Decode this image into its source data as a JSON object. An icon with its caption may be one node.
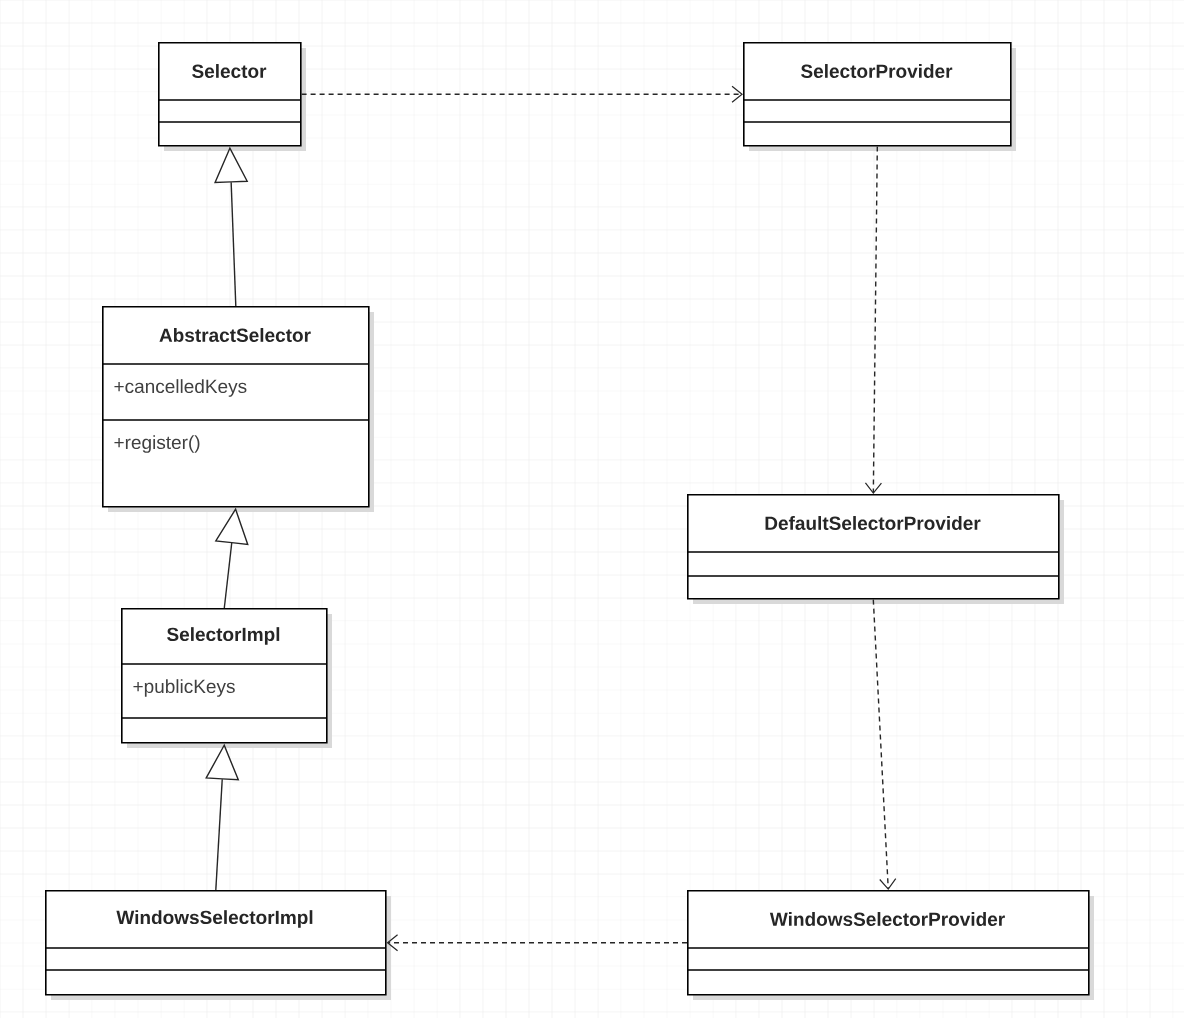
{
  "diagram": {
    "nodes": [
      {
        "text": [
          "Selector"
        ]
      },
      {
        "text": [
          "SelectorProvider"
        ]
      },
      {
        "text": [
          "AbstractSelector",
          "+cancelledKeys",
          "+register()"
        ]
      },
      {
        "text": [
          "DefaultSelectorProvider"
        ]
      },
      {
        "text": [
          "SelectorImpl",
          "+publicKeys"
        ]
      },
      {
        "text": [
          "WindowsSelectorImpl"
        ]
      },
      {
        "text": [
          "WindowsSelectorProvider"
        ]
      }
    ],
    "edges": [
      {
        "from": 0,
        "to": 1,
        "arrow": "to",
        "style": "dashed"
      },
      {
        "from": 2,
        "to": 0,
        "arrow": "to"
      },
      {
        "from": 4,
        "to": 2,
        "arrow": "to"
      },
      {
        "from": 5,
        "to": 4,
        "arrow": "to"
      },
      {
        "from": 1,
        "to": 3,
        "arrow": "to",
        "style": "dashed"
      },
      {
        "from": 3,
        "to": 6,
        "arrow": "to",
        "style": "dashed"
      },
      {
        "from": 6,
        "to": 5,
        "arrow": "to",
        "style": "dashed"
      }
    ]
  }
}
